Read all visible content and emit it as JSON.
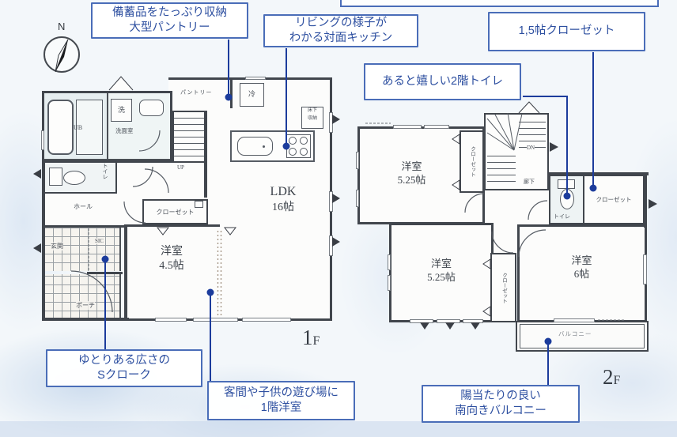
{
  "callouts": {
    "pantry": {
      "line1": "備蓄品をたっぷり収納",
      "line2": "大型パントリー"
    },
    "kitchen": {
      "line1": "リビングの様子が",
      "line2": "わかる対面キッチン"
    },
    "closet15": {
      "line1": "1,5帖クローゼット"
    },
    "toilet2f": {
      "line1": "あると嬉しい2階トイレ"
    },
    "scloak": {
      "line1": "ゆとりある広さの",
      "line2": "Sクローク"
    },
    "room1f": {
      "line1": "客間や子供の遊び場に",
      "line2": "1階洋室"
    },
    "balcony": {
      "line1": "陽当たりの良い",
      "line2": "南向きバルコニー"
    }
  },
  "compass": {
    "north": "N"
  },
  "floor1": {
    "label_big": "1",
    "label_small": "F",
    "ldk_name": "LDK",
    "ldk_size": "16帖",
    "room_name": "洋室",
    "room_size": "4.5帖",
    "pantry": "パントリー",
    "fridge": "冷",
    "floor_storage_1": "床下",
    "floor_storage_2": "収納",
    "bath": "UB",
    "washroom": "洗面室",
    "washer": "洗",
    "toilet": "トイレ",
    "hall": "ホール",
    "closet": "クローゼット",
    "entrance": "玄関",
    "sic": "SIC",
    "porch": "ポーチ",
    "stairs": "UP"
  },
  "floor2": {
    "label_big": "2",
    "label_small": "F",
    "roomA_name": "洋室",
    "roomA_size": "5.25帖",
    "roomC_name": "洋室",
    "roomC_size": "5.25帖",
    "roomD_name": "洋室",
    "roomD_size": "6帖",
    "closetA": "クローゼット",
    "closetC": "クローゼット",
    "closetR": "クローゼット",
    "toilet": "トイレ",
    "hallway": "廊下",
    "stairs": "DN",
    "balcony": "バルコニー"
  },
  "colors": {
    "cob": "#4a6db8",
    "cot": "#2d4fa0",
    "conn": "#1c3c9c",
    "wall": "#41464d"
  }
}
